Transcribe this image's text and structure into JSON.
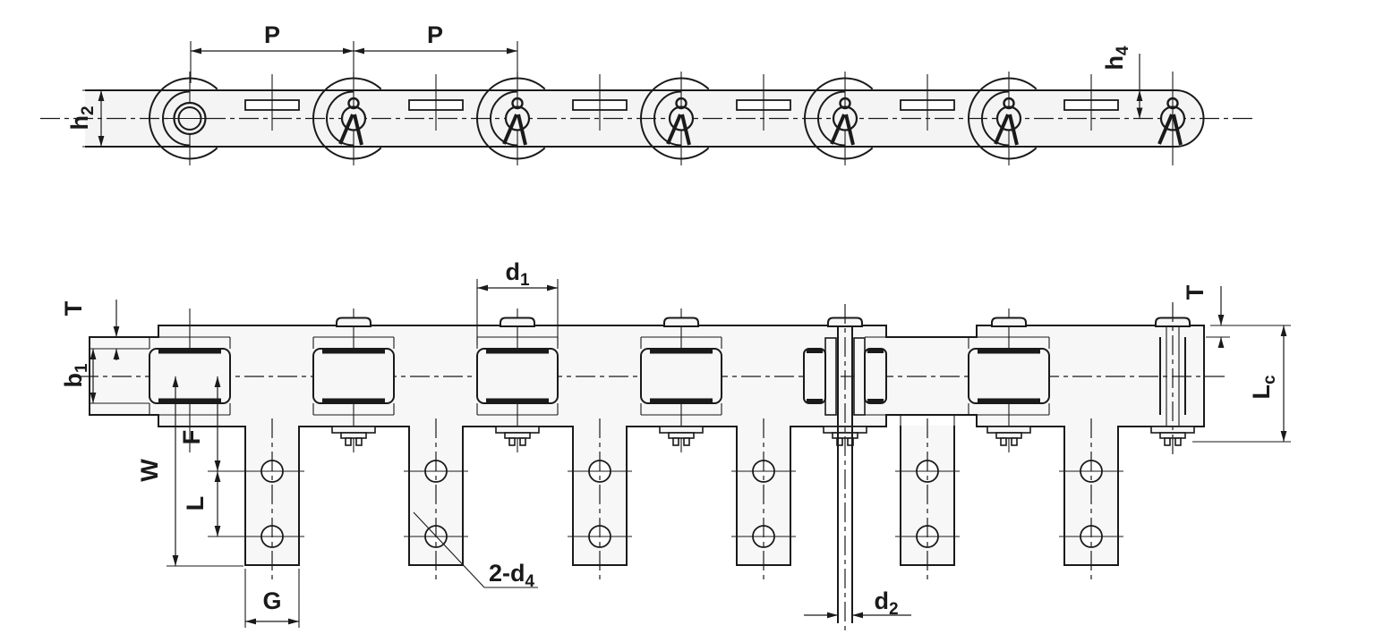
{
  "drawing": {
    "type": "engineering-dimension-diagram",
    "subject": "double-pitch conveyor roller chain with attachments, top view and side view",
    "background_color": "#ffffff",
    "line_color": "#1a1a1a",
    "plate_fill_color": "#f4f4f4",
    "part_fill_color": "#f7f7f7"
  },
  "labels": {
    "pitch_1": "P",
    "pitch_2": "P",
    "h2": {
      "base": "h",
      "sub": "2"
    },
    "h4": {
      "base": "h",
      "sub": "4"
    },
    "t_left": "T",
    "t_right": "T",
    "b1": {
      "base": "b",
      "sub": "1"
    },
    "w": "W",
    "f": "F",
    "l": "L",
    "g": "G",
    "d1": {
      "base": "d",
      "sub": "1"
    },
    "d2": {
      "base": "d",
      "sub": "2"
    },
    "d4_callout": {
      "base": "2-d",
      "sub": "4"
    },
    "lc": {
      "base": "L",
      "sub": "c"
    }
  }
}
